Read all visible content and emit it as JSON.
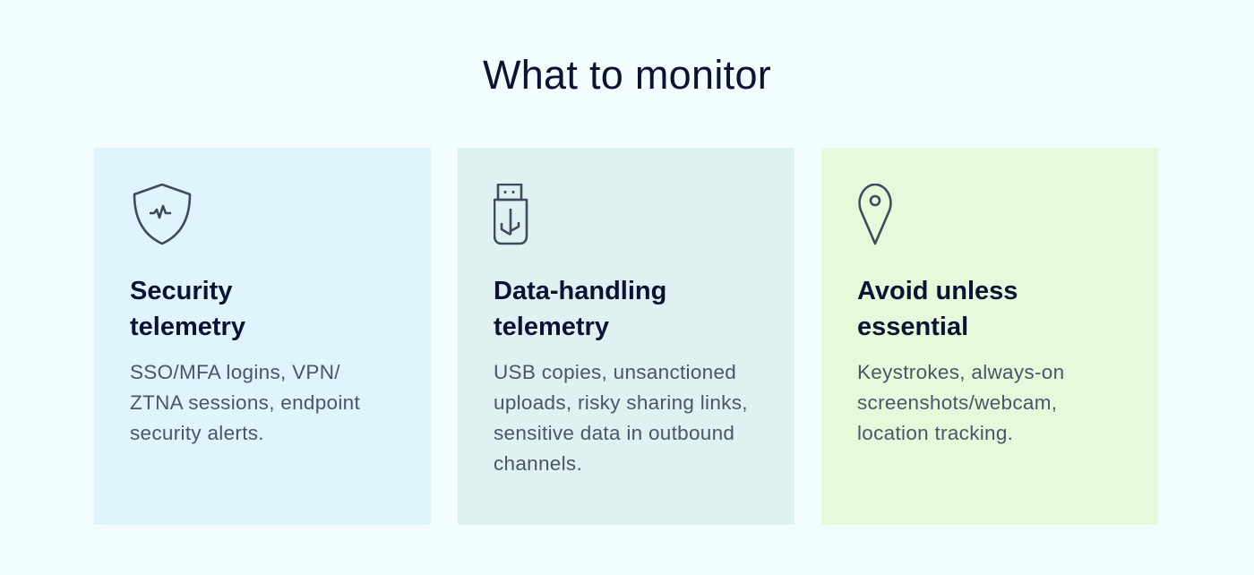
{
  "title": "What to monitor",
  "cards": [
    {
      "icon": "shield-pulse-icon",
      "heading": "Security telemetry",
      "body": "SSO/MFA logins, VPN/ ZTNA sessions, endpoint security alerts."
    },
    {
      "icon": "usb-drive-icon",
      "heading": "Data-handling telemetry",
      "body": "USB copies, unsanctioned uploads, risky sharing links, sensitive data in outbound channels."
    },
    {
      "icon": "location-pin-icon",
      "heading": "Avoid unless essential",
      "body": "Keystrokes, always-on screenshots/webcam, location tracking."
    }
  ],
  "colors": {
    "background": "#f1fdff",
    "card1": "#dff4fd",
    "card2": "#e0f1f2",
    "card3": "#e6fadb",
    "icon": "#3f4a5c"
  }
}
